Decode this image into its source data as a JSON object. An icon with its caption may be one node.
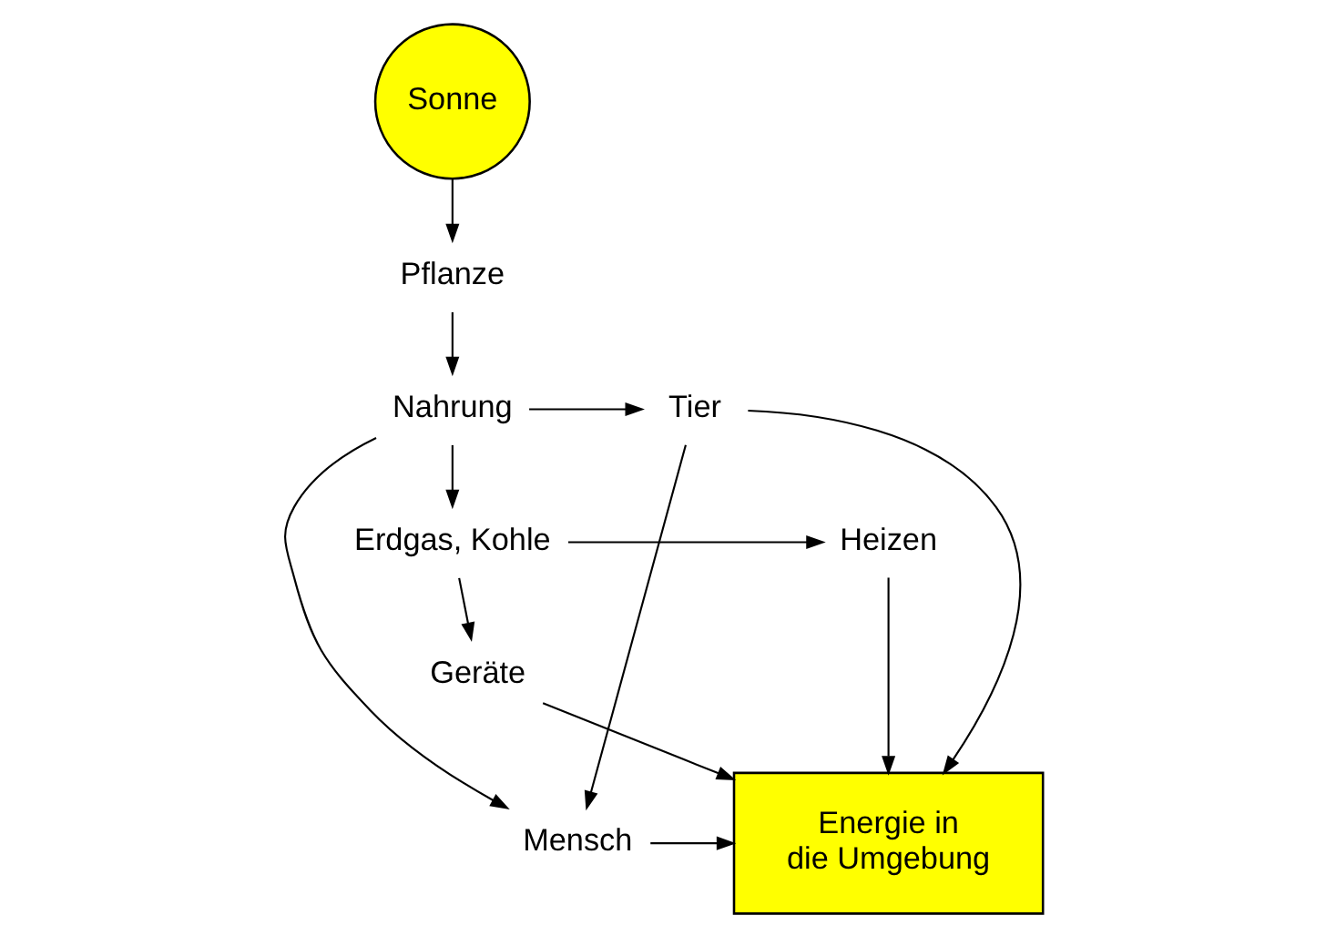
{
  "diagram": {
    "nodes": [
      {
        "text": [
          "Sonne"
        ]
      },
      {
        "text": [
          "Pflanze"
        ]
      },
      {
        "text": [
          "Nahrung"
        ]
      },
      {
        "text": [
          "Mensch"
        ]
      },
      {
        "text": [
          "Erdgas, Kohle"
        ]
      },
      {
        "text": [
          "Tier"
        ]
      },
      {
        "text": [
          "Heizen"
        ]
      },
      {
        "text": [
          "Geräte"
        ]
      },
      {
        "text": [
          "Energie in die Umgebung"
        ]
      }
    ],
    "edges": [
      {
        "from": 0,
        "to": 1,
        "arrow": "to"
      },
      {
        "from": 1,
        "to": 2,
        "arrow": "to"
      },
      {
        "from": 2,
        "to": 3,
        "arrow": "to"
      },
      {
        "from": 2,
        "to": 4,
        "arrow": "to"
      },
      {
        "from": 2,
        "to": 5,
        "arrow": "to"
      },
      {
        "from": 4,
        "to": 6,
        "arrow": "to"
      },
      {
        "from": 4,
        "to": 7,
        "arrow": "to"
      },
      {
        "from": 5,
        "to": 3,
        "arrow": "to"
      },
      {
        "from": 5,
        "to": 8,
        "arrow": "to"
      },
      {
        "from": 3,
        "to": 8,
        "arrow": "to"
      },
      {
        "from": 7,
        "to": 8,
        "arrow": "to"
      },
      {
        "from": 6,
        "to": 8,
        "arrow": "to"
      }
    ]
  }
}
